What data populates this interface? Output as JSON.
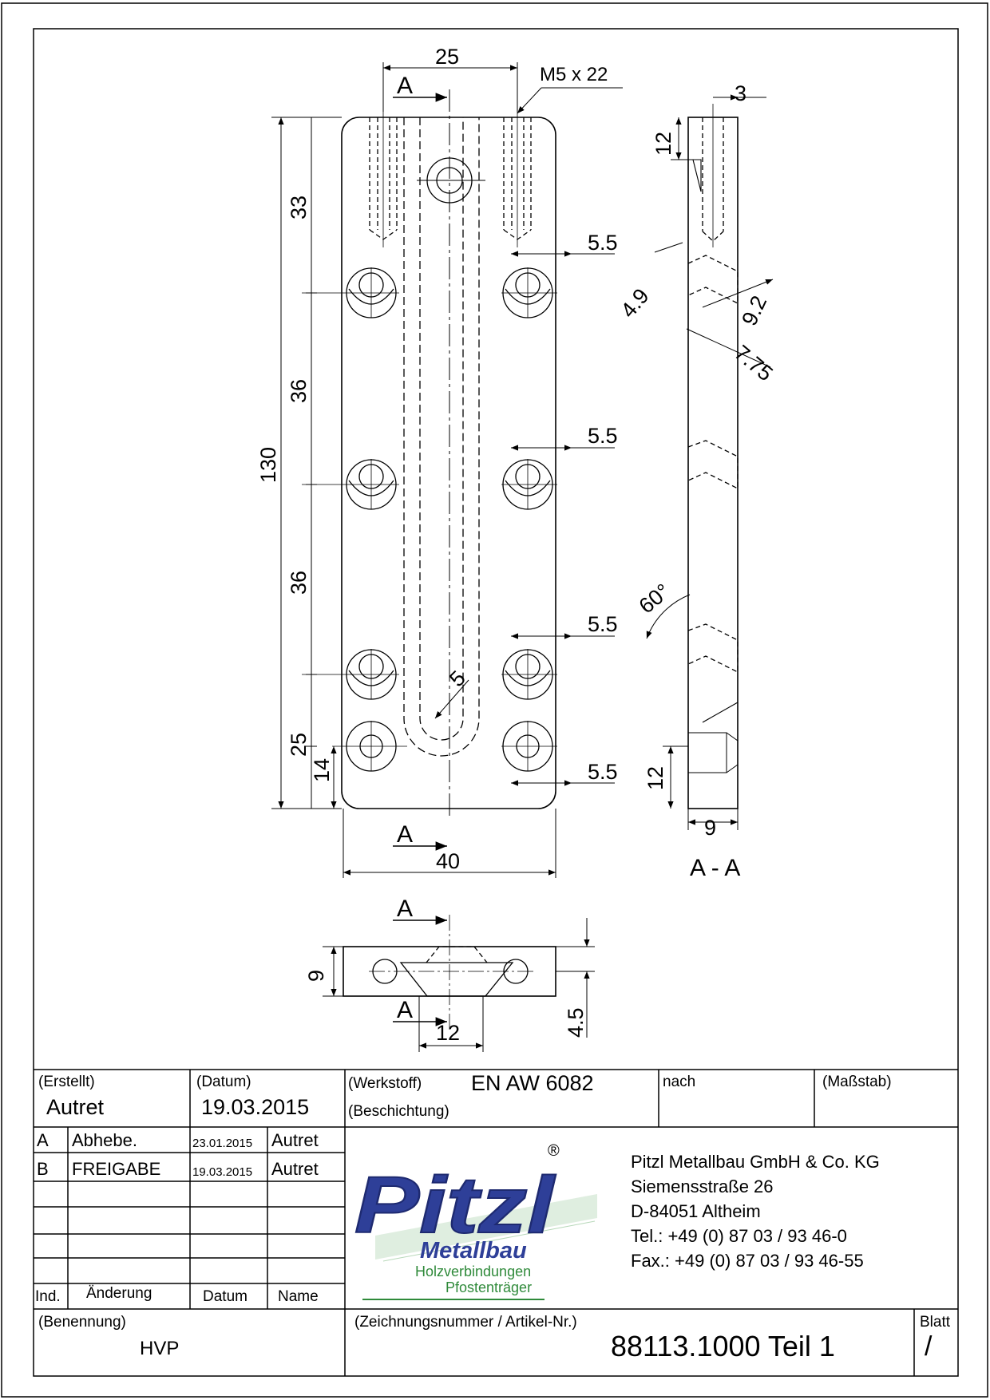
{
  "drawing": {
    "dims": {
      "width_top": "25",
      "thread": "M5 x 22",
      "d33": "33",
      "d36a": "36",
      "d130": "130",
      "d36b": "36",
      "d25": "25",
      "d14": "14",
      "edge1": "5.5",
      "edge2": "5.5",
      "edge3": "5.5",
      "edge4": "5.5",
      "radius": "5",
      "width_total": "40",
      "side_t": "3",
      "side_12_top": "12",
      "side_49": "4.9",
      "side_92": "9.2",
      "side_775": "7.75",
      "side_angle": "60°",
      "side_12_bottom": "12",
      "side_9": "9",
      "bottom_h": "9",
      "bottom_45": "4.5",
      "bottom_12": "12"
    },
    "section_marks": {
      "a_top": "A",
      "a_mid": "A",
      "a_bottom_top": "A",
      "a_bottom_low": "A",
      "section_title": "A - A"
    }
  },
  "title_block": {
    "erstellt_label": "(Erstellt)",
    "erstellt_value": "Autret",
    "datum_label": "(Datum)",
    "datum_value": "19.03.2015",
    "werkstoff_label": "(Werkstoff)",
    "werkstoff_value": "EN AW 6082",
    "beschichtung_label": "(Beschichtung)",
    "nach_label": "nach",
    "massstab_label": "(Maßstab)",
    "revisions": [
      {
        "ind": "A",
        "change": "Abhebe.",
        "date": "23.01.2015",
        "name": "Autret"
      },
      {
        "ind": "B",
        "change": "FREIGABE",
        "date": "19.03.2015",
        "name": "Autret"
      }
    ],
    "rev_header": {
      "ind": "Ind.",
      "change": "Änderung",
      "date": "Datum",
      "name": "Name"
    },
    "logo": {
      "brand": "Pitzl",
      "registered": "®",
      "sub": "Metallbau",
      "line1": "Holzverbindungen",
      "line2": "Pfostenträger"
    },
    "company": {
      "name": "Pitzl Metallbau GmbH & Co. KG",
      "street": "Siemensstraße 26",
      "city": "D-84051 Altheim",
      "tel": "Tel.:  +49 (0) 87 03 / 93 46-0",
      "fax": "Fax.: +49 (0) 87 03 / 93 46-55"
    },
    "benennung_label": "(Benennung)",
    "benennung_value": "HVP",
    "zeichnung_label": "(Zeichnungsnummer / Artikel-Nr.)",
    "zeichnung_value": "88113.1000 Teil 1",
    "blatt_label": "Blatt",
    "blatt_value": "/"
  },
  "colors": {
    "line": "#000000",
    "logo_blue": "#2e3f98",
    "logo_green": "#2f8a3a"
  }
}
